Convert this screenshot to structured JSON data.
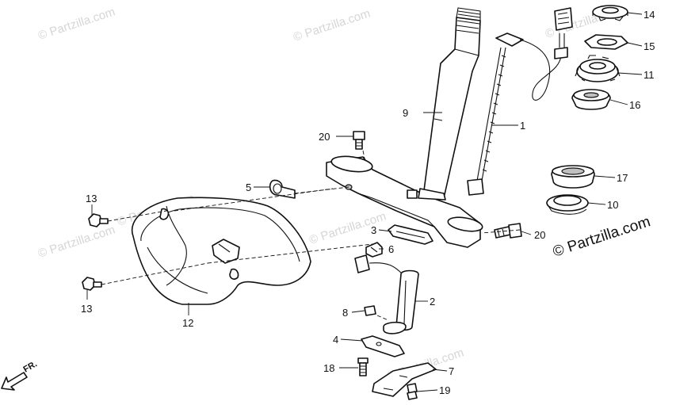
{
  "watermarks": {
    "small": "© Partzilla.com",
    "main": "© Partzilla.com"
  },
  "direction": {
    "label": "FR.",
    "icon": "arrow-down-left-icon"
  },
  "labels": {
    "p1": "1",
    "p2": "2",
    "p3": "3",
    "p4": "4",
    "p5": "5",
    "p6": "6",
    "p7": "7",
    "p8": "8",
    "p9": "9",
    "p10": "10",
    "p11": "11",
    "p12": "12",
    "p13a": "13",
    "p13b": "13",
    "p14": "14",
    "p15": "15",
    "p16": "16",
    "p17": "17",
    "p18": "18",
    "p19": "19",
    "p20a": "20",
    "p20b": "20"
  }
}
